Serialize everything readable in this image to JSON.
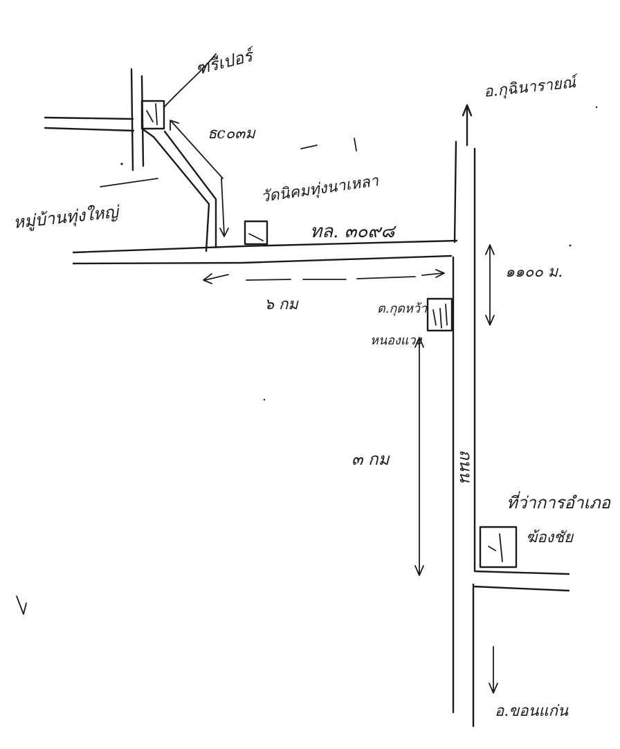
{
  "map": {
    "labels": {
      "shop_1": "ฑรีเปอร์",
      "village": "หมู่บ้านทุ่งใหญ่",
      "dist_top": "ธc๐๓ม",
      "temple": "วัดนิคมทุ่งนาเหลา",
      "road_no": "ทล. ๓๐๙๘",
      "dist_road": "๖ กม",
      "north_dest": "อ.กุฉินารายณ์",
      "dist_east": "๑๑๐๐ ม.",
      "junction_name": "ต.กุดหว้า",
      "junction_sub": "หนองแวง",
      "dist_mid": "๓ กม",
      "highway_name": "ถนน",
      "office": "ที่ว่าการอำเภอ",
      "office_sub": "ฆ้องชัย",
      "south_dest": "อ.ขอนแก่น"
    },
    "colors": {
      "ink": "#1a1a1a",
      "paper": "#ffffff"
    }
  }
}
